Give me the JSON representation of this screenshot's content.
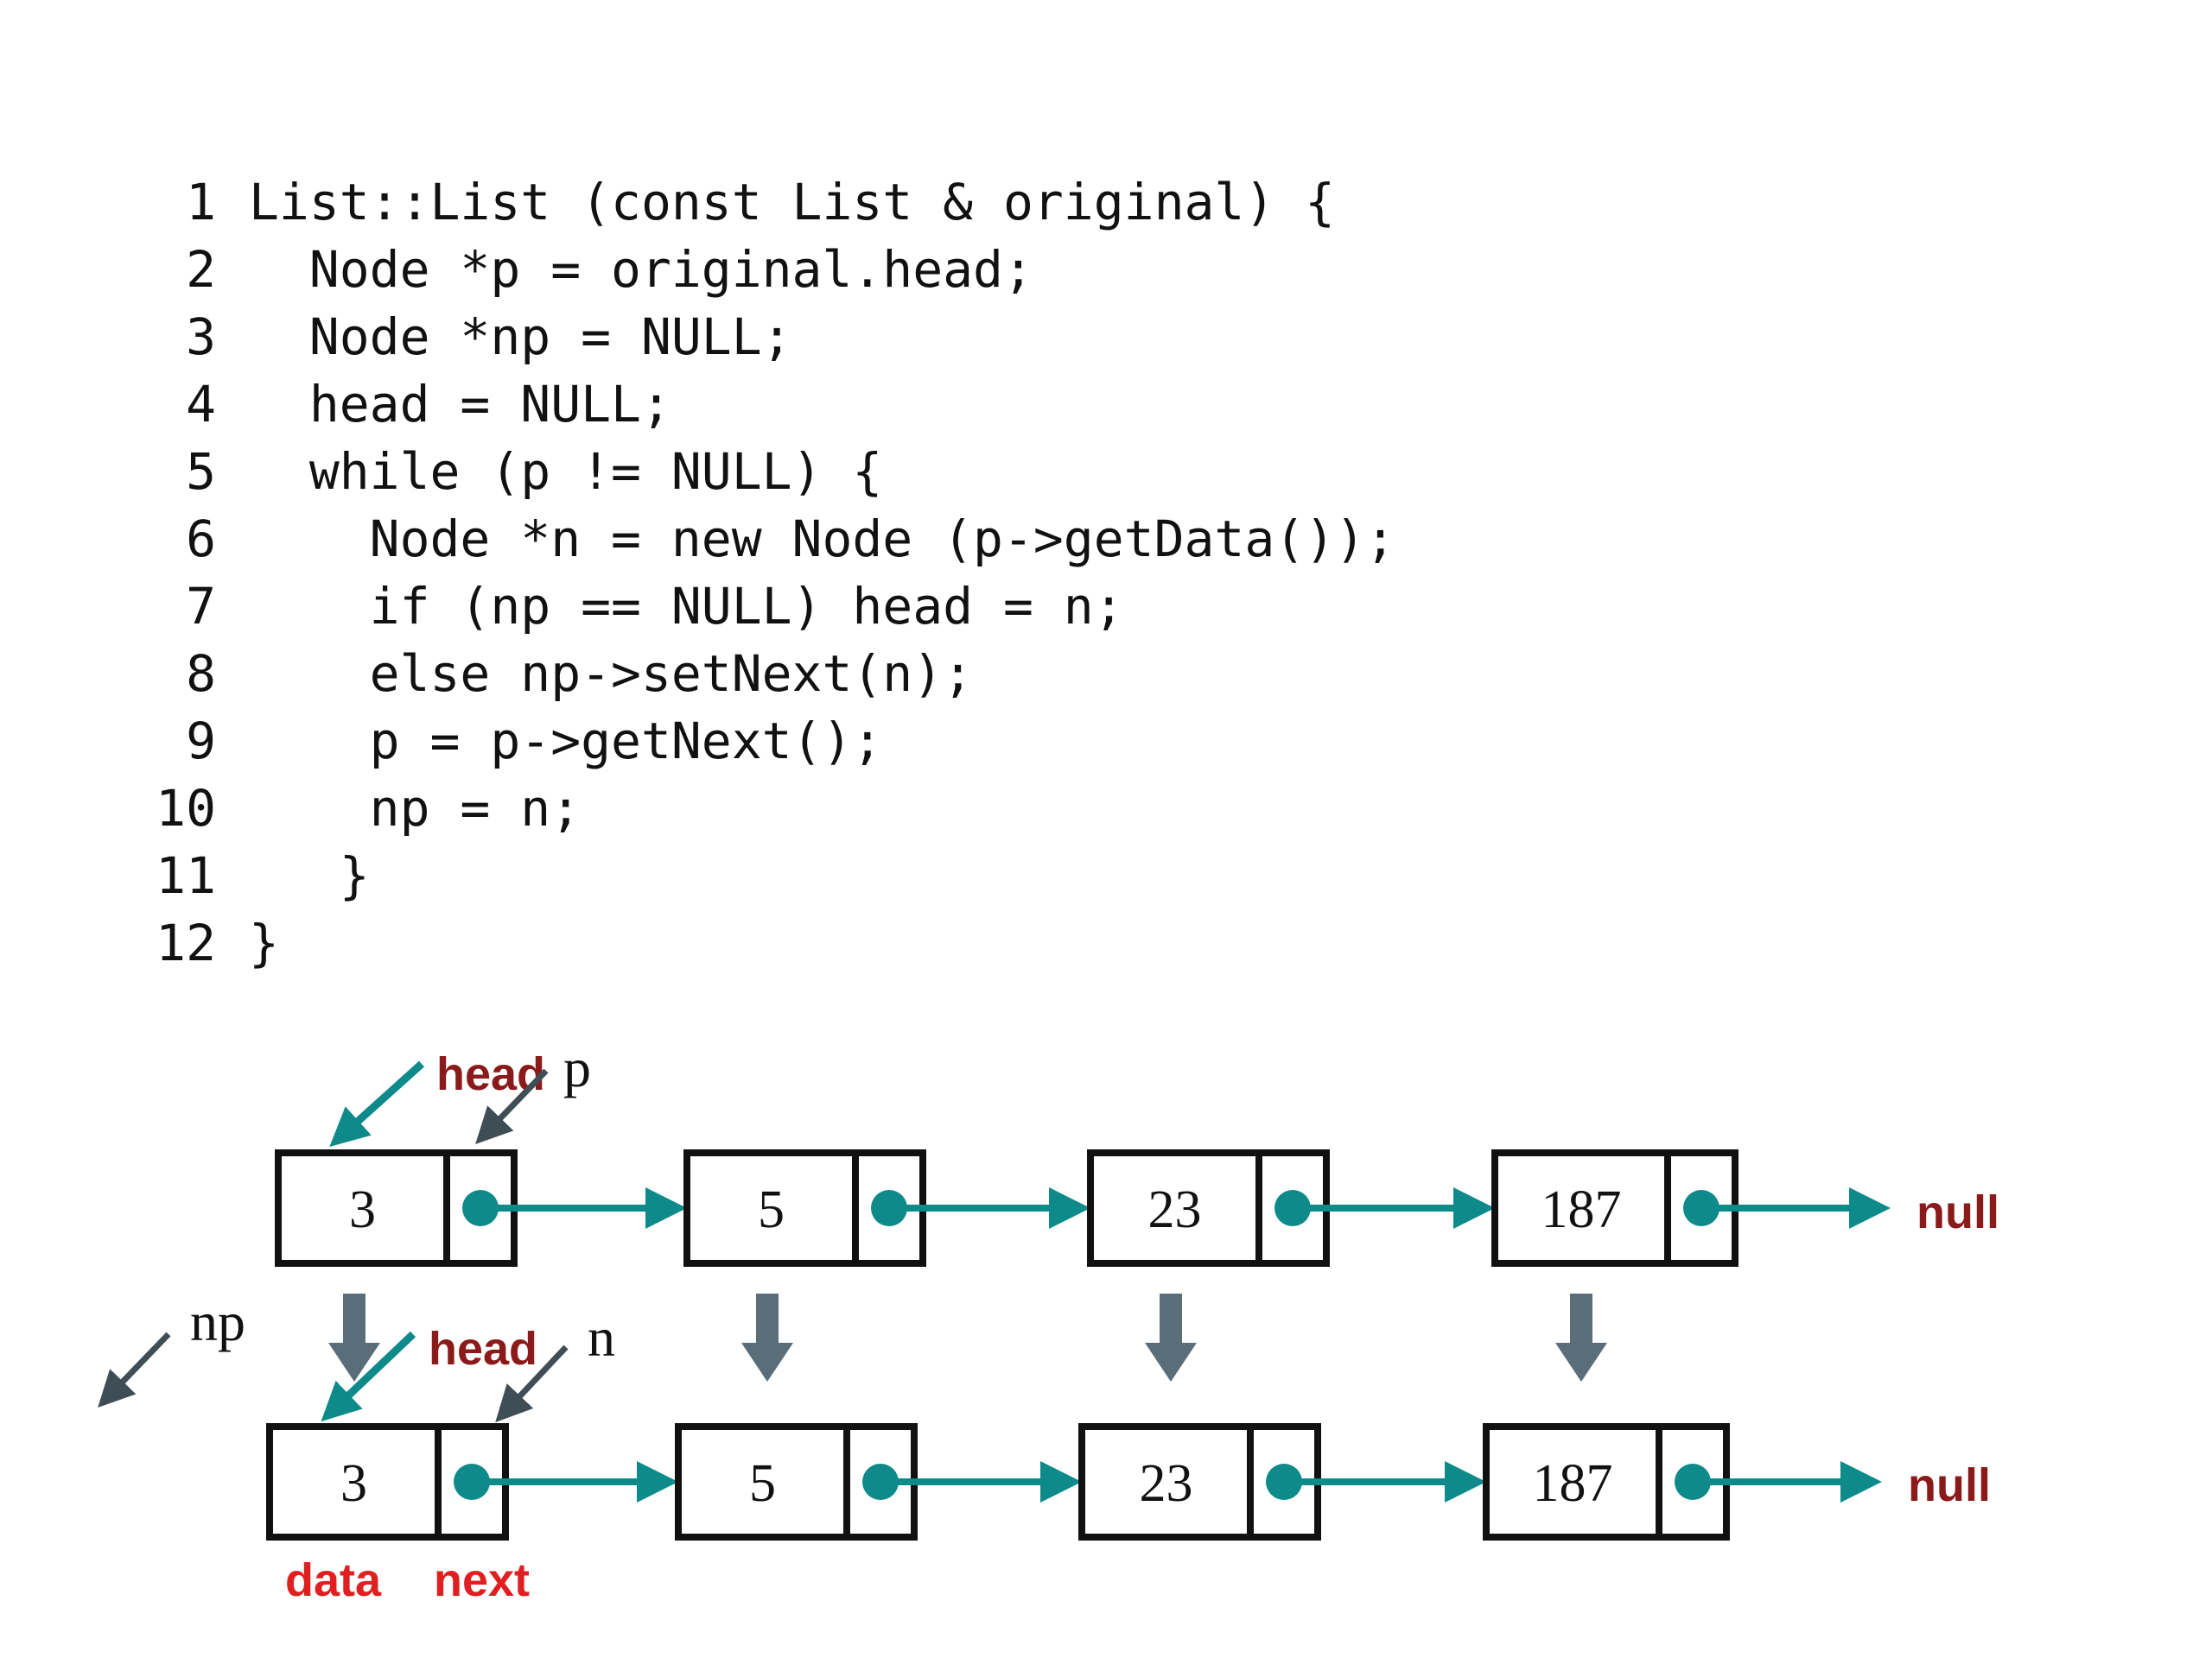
{
  "code": {
    "lines": [
      {
        "num": "1",
        "text": "List::List (const List & original) {"
      },
      {
        "num": "2",
        "text": "  Node *p = original.head;"
      },
      {
        "num": "3",
        "text": "  Node *np = NULL;"
      },
      {
        "num": "4",
        "text": "  head = NULL;"
      },
      {
        "num": "5",
        "text": "  while (p != NULL) {"
      },
      {
        "num": "6",
        "text": "    Node *n = new Node (p->getData());"
      },
      {
        "num": "7",
        "text": "    if (np == NULL) head = n;"
      },
      {
        "num": "8",
        "text": "    else np->setNext(n);"
      },
      {
        "num": "9",
        "text": "    p = p->getNext();"
      },
      {
        "num": "10",
        "text": "    np = n;"
      },
      {
        "num": "11",
        "text": "   }"
      },
      {
        "num": "12",
        "text": "}"
      }
    ]
  },
  "diagram": {
    "colors": {
      "teal": "#0e8a8a",
      "pointer": "#3f4d55",
      "copy_arrow": "#5a6e7a",
      "dark_red": "#8b1a1a",
      "red": "#e02020"
    },
    "original_list": {
      "head_label": "head",
      "p_label": "p",
      "nodes": [
        "3",
        "5",
        "23",
        "187"
      ],
      "null_label": "null"
    },
    "copy_list": {
      "head_label": "head",
      "n_label": "n",
      "np_label": "np",
      "nodes": [
        "3",
        "5",
        "23",
        "187"
      ],
      "null_label": "null",
      "data_label": "data",
      "next_label": "next"
    }
  }
}
